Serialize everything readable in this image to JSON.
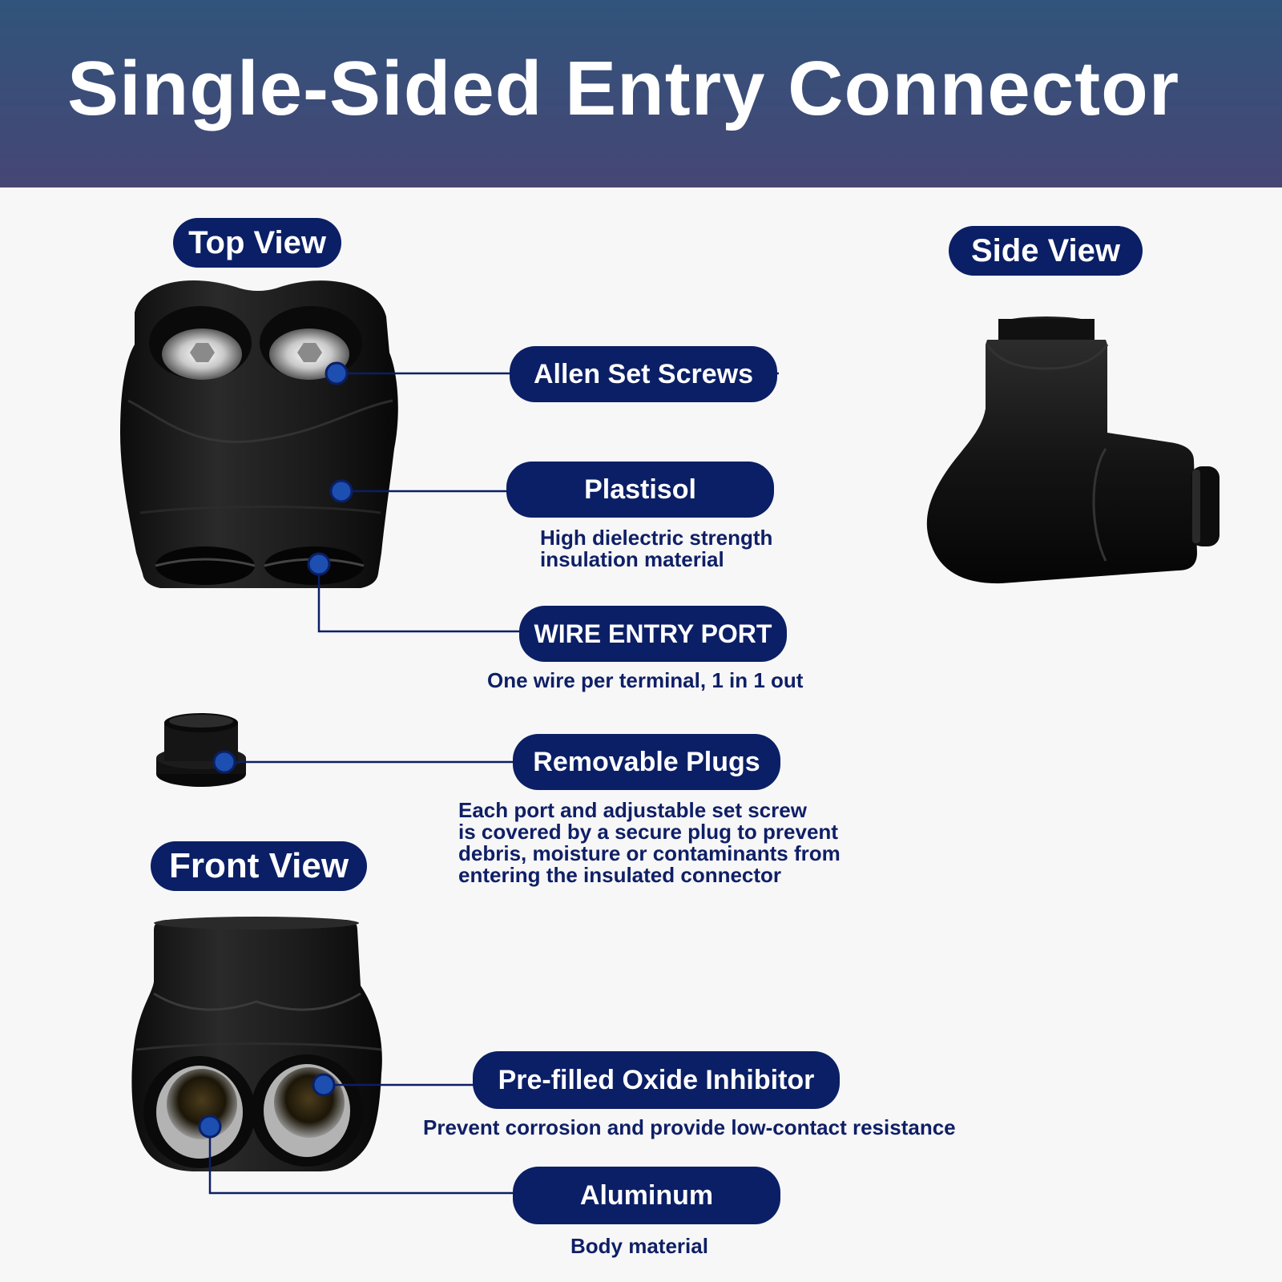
{
  "header": {
    "title": "Single-Sided Entry Connector"
  },
  "views": {
    "top": "Top View",
    "side": "Side View",
    "front": "Front View"
  },
  "callouts": [
    {
      "label": "Allen Set Screws",
      "description": ""
    },
    {
      "label": "Plastisol",
      "description": "High dielectric strength\ninsulation material"
    },
    {
      "label": "WIRE ENTRY PORT",
      "description": "One wire per terminal, 1 in 1 out"
    },
    {
      "label": "Removable Plugs",
      "description": "Each port and adjustable set screw\nis covered by a secure plug to prevent\ndebris, moisture or contaminants from\nentering the insulated connector"
    },
    {
      "label": "Pre-filled Oxide Inhibitor",
      "description": "Prevent corrosion and provide low-contact resistance"
    },
    {
      "label": "Aluminum",
      "description": "Body material"
    }
  ],
  "colors": {
    "accent_navy": "#0b1f66",
    "header_top": "#30547b",
    "header_bottom": "#464675",
    "dot_blue": "#1d4fb0"
  }
}
